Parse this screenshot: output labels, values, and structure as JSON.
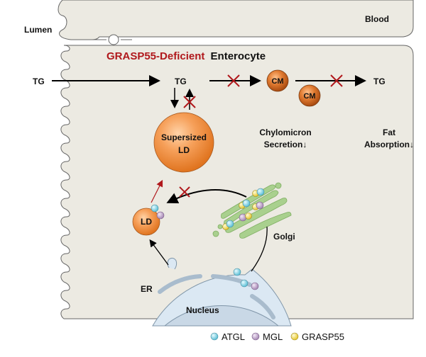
{
  "labels": {
    "lumen": "Lumen",
    "blood": "Blood",
    "title_red": "GRASP55-Deficient",
    "title_black": "Enterocyte",
    "tg_left": "TG",
    "tg_mid": "TG",
    "tg_right": "TG",
    "cm1": "CM",
    "cm2": "CM",
    "supersized_line1": "Supersized",
    "supersized_line2": "LD",
    "ld": "LD",
    "chylo_line1": "Chylomicron",
    "chylo_line2": "Secretion↓",
    "fat_line1": "Fat",
    "fat_line2": "Absorption↓",
    "golgi": "Golgi",
    "er": "ER",
    "nucleus": "Nucleus"
  },
  "legend": [
    {
      "label": "ATGL",
      "color": "#7fd0e0"
    },
    {
      "label": "MGL",
      "color": "#c0a8cc"
    },
    {
      "label": "GRASP55",
      "color": "#f2dc5a"
    }
  ],
  "colors": {
    "cell_fill": "#eceae2",
    "accent_red": "#b0181c",
    "ld_orange": "#f28a3c",
    "cm_orange": "#d9702a",
    "golgi_green": "#a9d08e",
    "nucleus_blue": "#c9d8e6",
    "er_blue": "#dbe8f3"
  }
}
